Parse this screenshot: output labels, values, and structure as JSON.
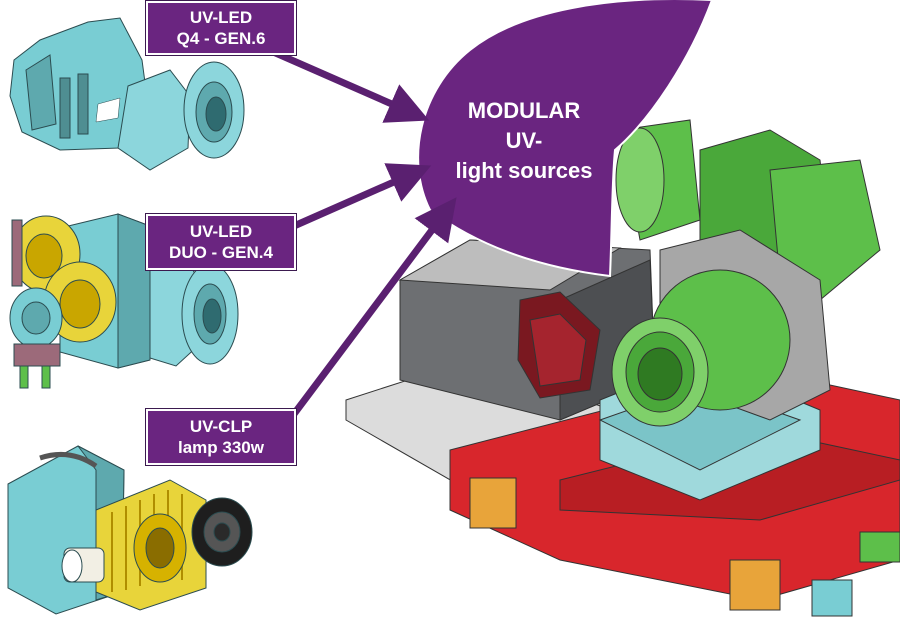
{
  "colors": {
    "accent": "#6a2580",
    "cyan_part": "#79cdd3",
    "yellow_part": "#e8d43a",
    "green_part": "#5dbf4a",
    "red_table": "#d8262c",
    "gray_housing": "#6d6f72",
    "light_housing": "#dcdcdc"
  },
  "labels": {
    "q4": {
      "line1": "UV-LED",
      "line2": "Q4 - GEN.6"
    },
    "duo": {
      "line1": "UV-LED",
      "line2": "DUO - GEN.4"
    },
    "clp": {
      "line1": "UV-CLP",
      "line2": "lamp 330w"
    }
  },
  "center": {
    "line1": "MODULAR",
    "line2": "UV-",
    "line3": "light sources"
  },
  "icons": {
    "q4_module": "uv-led-q4-module-icon",
    "duo_module": "uv-led-duo-module-icon",
    "clp_module": "uv-clp-lamp-module-icon",
    "machine": "printer-machine-assembly-icon",
    "arrow": "arrow-right-icon"
  }
}
